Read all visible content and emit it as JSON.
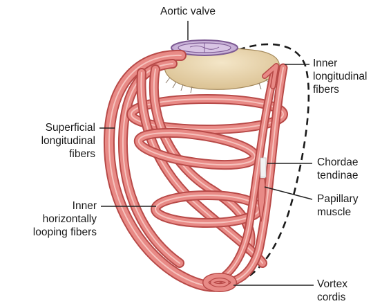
{
  "labels": {
    "aortic_valve": "Aortic valve",
    "inner_longitudinal": [
      "Inner",
      "longitudinal",
      "fibers"
    ],
    "superficial_longitudinal": [
      "Superficial",
      "longitudinal",
      "fibers"
    ],
    "chordae_tendinae": [
      "Chordae",
      "tendinae"
    ],
    "papillary_muscle": [
      "Papillary",
      "muscle"
    ],
    "inner_horizontal": [
      "Inner",
      "horizontally",
      "looping fibers"
    ],
    "vortex_cordis": [
      "Vortex",
      "cordis"
    ]
  },
  "colors": {
    "muscle_fill": "#e88a86",
    "muscle_edge": "#b84a48",
    "muscle_highlight": "#f6c2bd",
    "valve_ring": "#d8c4e4",
    "valve_edge": "#7d5a93",
    "annulus": "#ecd8b4",
    "annulus_edge": "#a58a5c",
    "leader": "#222222"
  }
}
